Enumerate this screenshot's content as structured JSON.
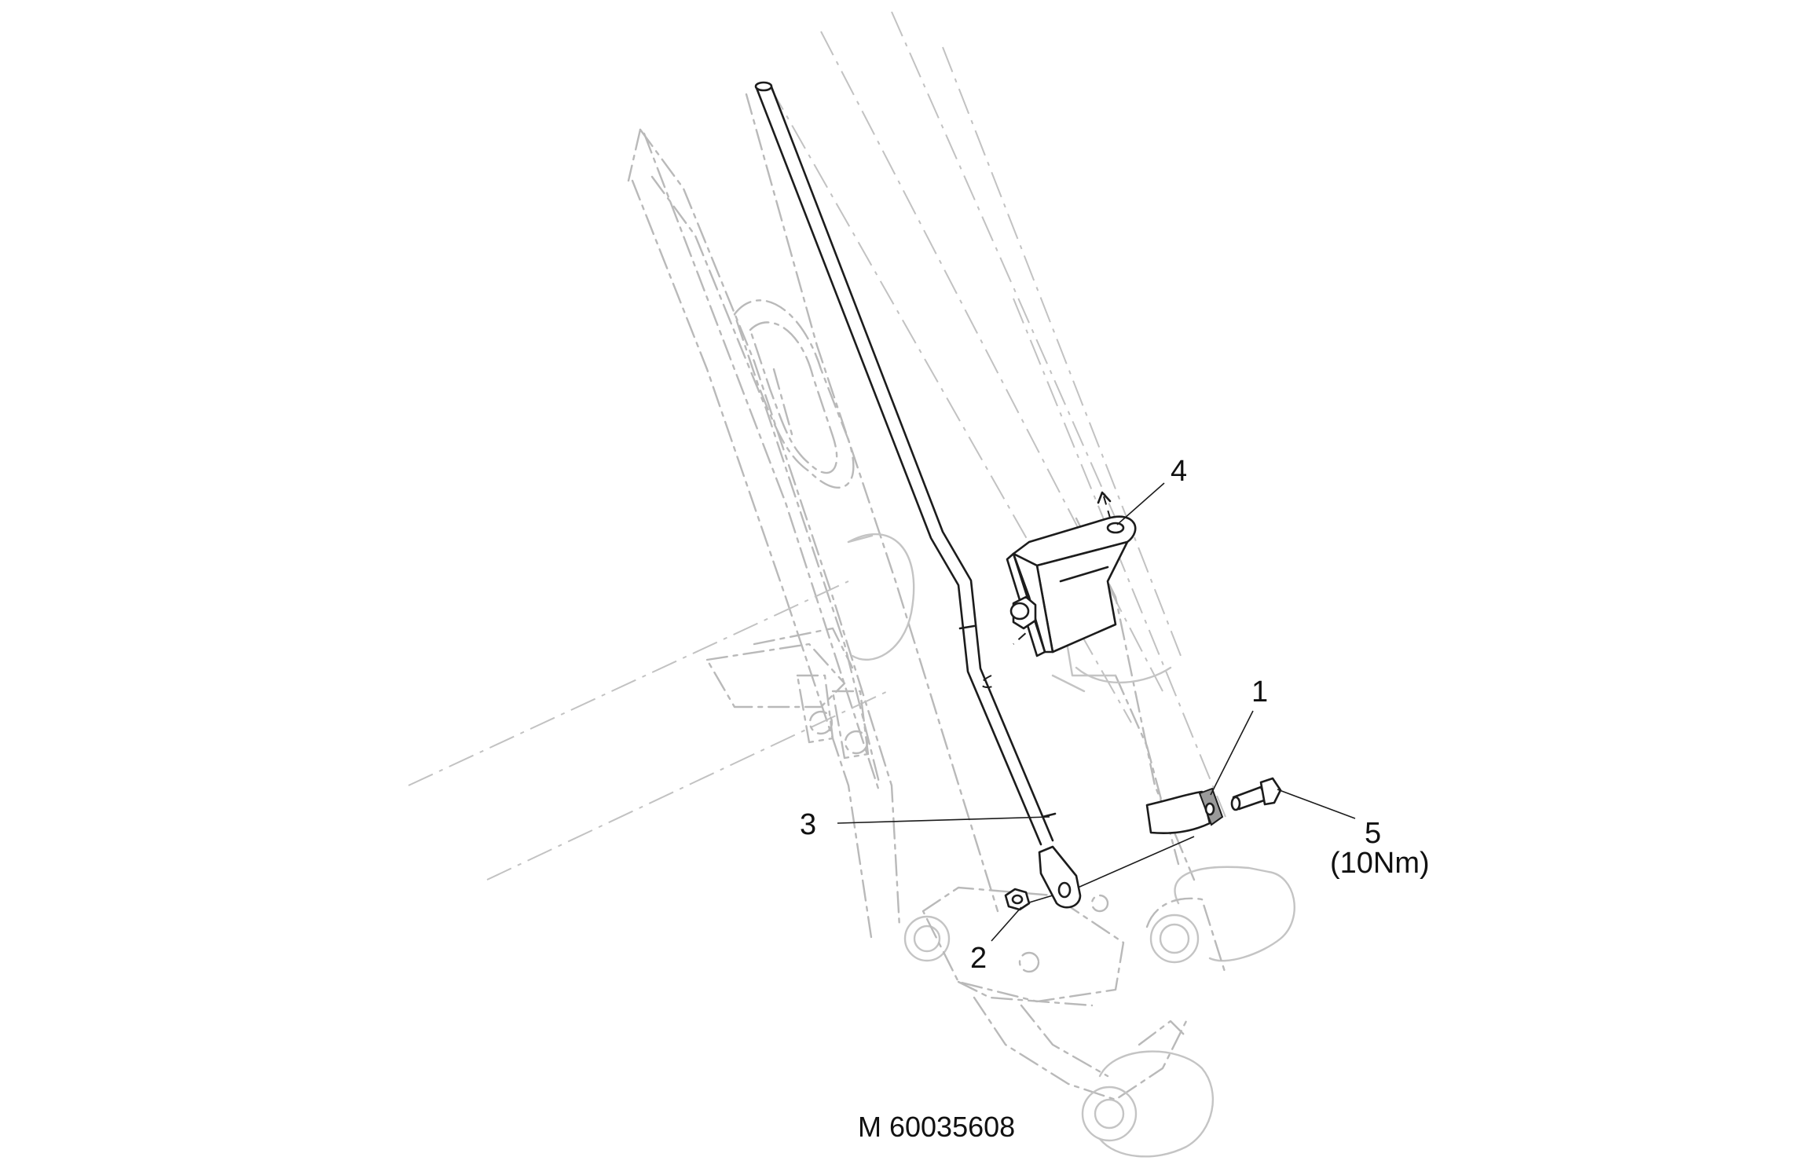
{
  "callouts": {
    "c1": "1",
    "c2": "2",
    "c3": "3",
    "c4": "4",
    "c5": "5",
    "c5_torque": "(10Nm)"
  },
  "drawing_number": "M 60035608",
  "colors": {
    "linework": "#1c1c1c",
    "background_parts": "#b9b9b9"
  }
}
